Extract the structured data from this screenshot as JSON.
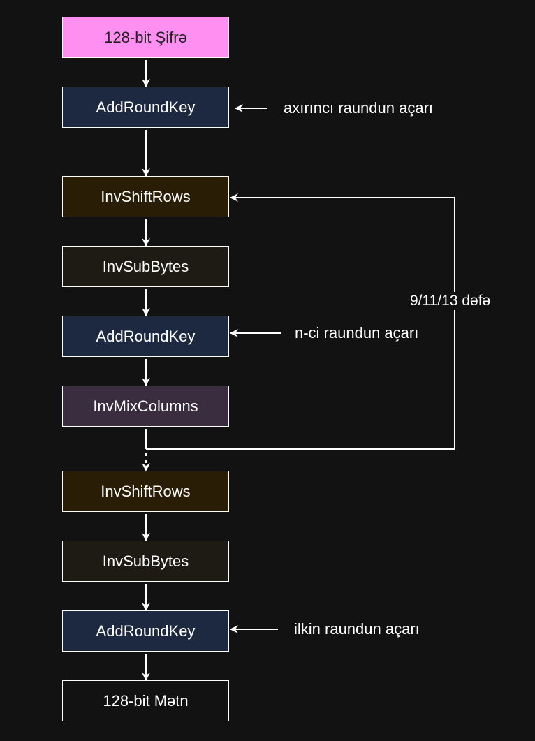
{
  "nodes": [
    {
      "id": "ciphertext",
      "label": "128-bit Şifrə"
    },
    {
      "id": "addroundkey-1",
      "label": "AddRoundKey"
    },
    {
      "id": "invshiftrows-1",
      "label": "InvShiftRows"
    },
    {
      "id": "invsubbytes-1",
      "label": "InvSubBytes"
    },
    {
      "id": "addroundkey-2",
      "label": "AddRoundKey"
    },
    {
      "id": "invmixcolumns",
      "label": "InvMixColumns"
    },
    {
      "id": "invshiftrows-2",
      "label": "InvShiftRows"
    },
    {
      "id": "invsubbytes-2",
      "label": "InvSubBytes"
    },
    {
      "id": "addroundkey-3",
      "label": "AddRoundKey"
    },
    {
      "id": "plaintext",
      "label": "128-bit Mətn"
    }
  ],
  "key_inputs": [
    {
      "target": "addroundkey-1",
      "label": "axırıncı raundun açarı"
    },
    {
      "target": "addroundkey-2",
      "label": "n-ci raundun açarı"
    },
    {
      "target": "addroundkey-3",
      "label": "ilkin raundun açarı"
    }
  ],
  "loop": {
    "from": "invmixcolumns",
    "to": "invshiftrows-1",
    "label": "9/11/13 dəfə"
  },
  "colors": {
    "background": "#121212",
    "ciphertext": "#ff8ff0",
    "addroundkey": "#1d2940",
    "invshiftrows": "#2a1d05",
    "invsubbytes": "#1e1a14",
    "invmixcolumns": "#3b2d40",
    "plaintext": "#121212",
    "stroke": "#ffffff"
  }
}
